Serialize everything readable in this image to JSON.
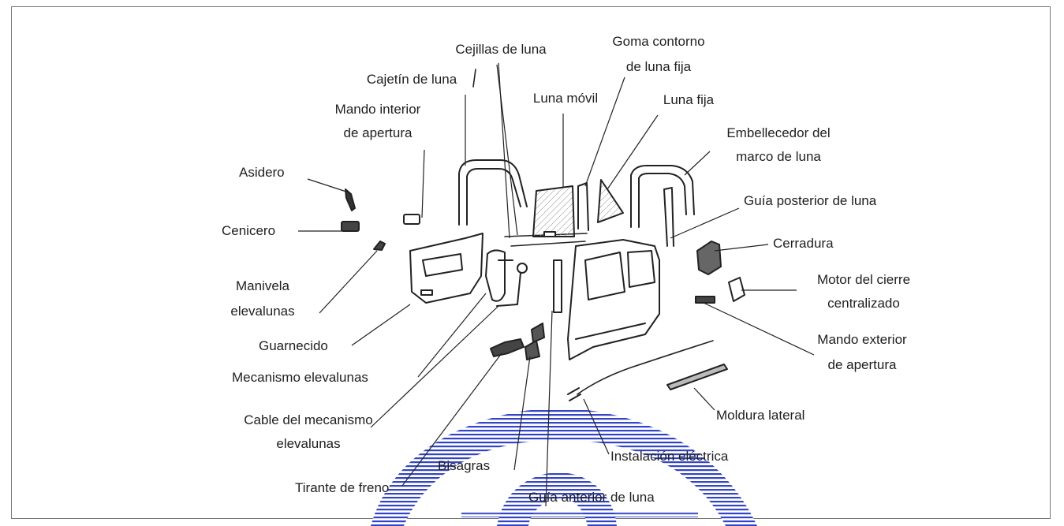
{
  "diagram": {
    "labels": {
      "cejillas": "Cejillas de luna",
      "goma_1": "Goma contorno",
      "goma_2": "de luna fija",
      "cajetin": "Cajetín de luna",
      "mando_int_1": "Mando interior",
      "mando_int_2": "de apertura",
      "luna_movil": "Luna móvil",
      "luna_fija": "Luna fija",
      "embellecedor_1": "Embellecedor del",
      "embellecedor_2": "marco de luna",
      "asidero": "Asidero",
      "guia_posterior": "Guía posterior de luna",
      "cenicero": "Cenicero",
      "cerradura": "Cerradura",
      "manivela_1": "Manivela",
      "manivela_2": "elevalunas",
      "motor_1": "Motor del cierre",
      "motor_2": "centralizado",
      "guarnecido": "Guarnecido",
      "mando_ext_1": "Mando exterior",
      "mando_ext_2": "de apertura",
      "mecanismo": "Mecanismo elevalunas",
      "cable_1": "Cable del mecanismo",
      "cable_2": "elevalunas",
      "moldura": "Moldura lateral",
      "bisagras": "Bisagras",
      "instalacion": "Instalación eléctrica",
      "tirante": "Tirante de freno",
      "guia_anterior": "Guía anterior de luna"
    },
    "watermark_color": "#2b3bbf",
    "line_color": "#222222"
  }
}
